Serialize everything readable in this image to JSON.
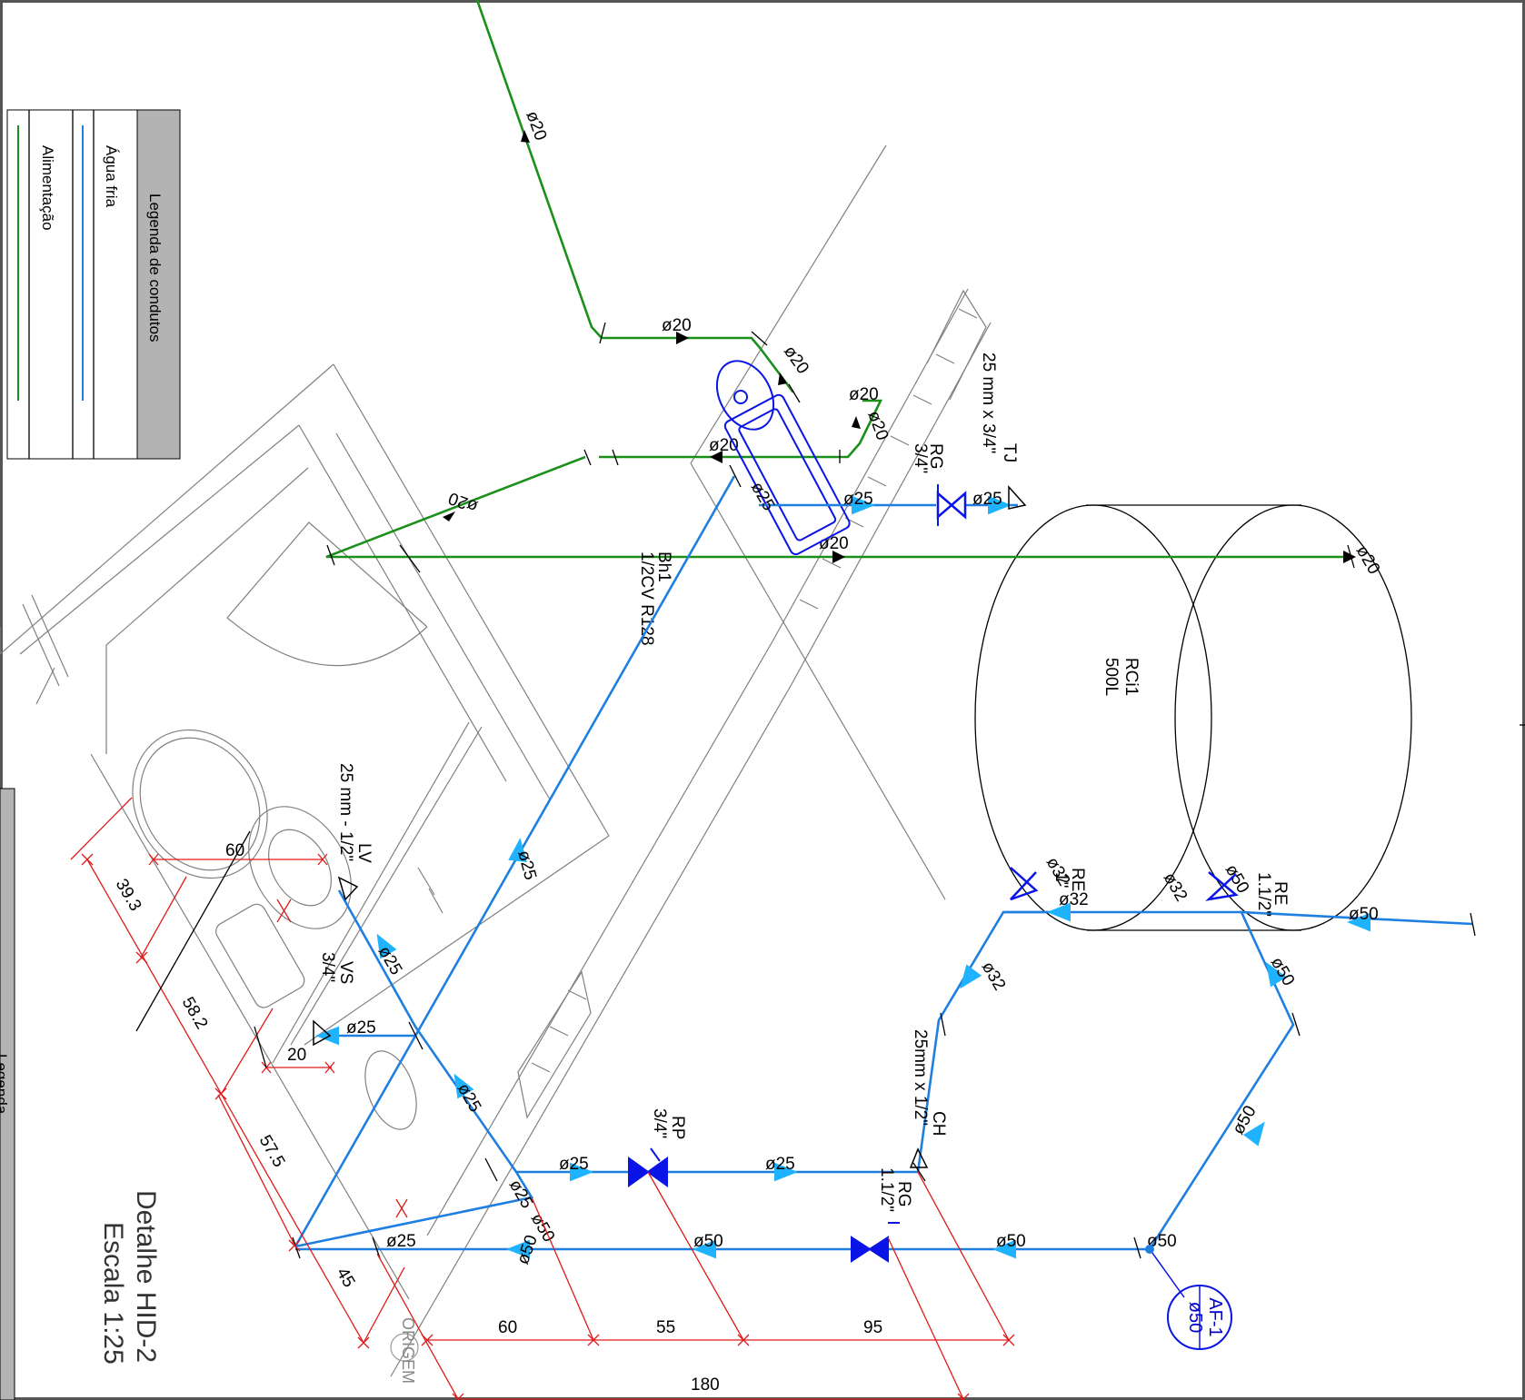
{
  "legend": {
    "title": "Legenda de condutos",
    "items": [
      {
        "label": "Água fria",
        "color": "#1f7fe0"
      },
      {
        "label": "Alimentação",
        "color": "#1a8f1a"
      }
    ]
  },
  "side_panel_label": "Legenda",
  "title": {
    "line1": "Detalhe HID-2",
    "line2": "Escala 1:25"
  },
  "tank": {
    "name": "RCi1",
    "capacity": "500L"
  },
  "pump": {
    "line1": "Bh1",
    "line2": "1/2CV R128"
  },
  "fixtures": {
    "tj": {
      "line1": "TJ",
      "line2": "25 mm x 3/4\""
    },
    "rg_top": {
      "line1": "RG",
      "line2": "3/4\""
    },
    "lv": {
      "line1": "LV",
      "line2": "25 mm - 1/2\""
    },
    "vs": {
      "line1": "VS",
      "line2": "3/4\""
    },
    "ch": {
      "line1": "CH",
      "line2": "25mm x 1/2\""
    },
    "rp": {
      "line1": "RP",
      "line2": "3/4\""
    },
    "rg_bottom": {
      "line1": "RG",
      "line2": "1.1/2\""
    },
    "re_left": {
      "line1": "RE",
      "line2": "1\""
    },
    "re_right": {
      "line1": "RE",
      "line2": "1.1/2\""
    }
  },
  "af_tag": {
    "line1": "AF-1",
    "line2": "ø50"
  },
  "origin_label": "ORIGEM",
  "pipe_labels": {
    "d20": "ø20",
    "d25": "ø25",
    "d32": "ø32",
    "d50": "ø50"
  },
  "dimensions": {
    "d60_top": "60",
    "d39": "39.3",
    "d58": "58.2",
    "d57": "57.5",
    "d45": "45",
    "d20": "20",
    "d60": "60",
    "d55": "55",
    "d95": "95",
    "d180": "180"
  }
}
